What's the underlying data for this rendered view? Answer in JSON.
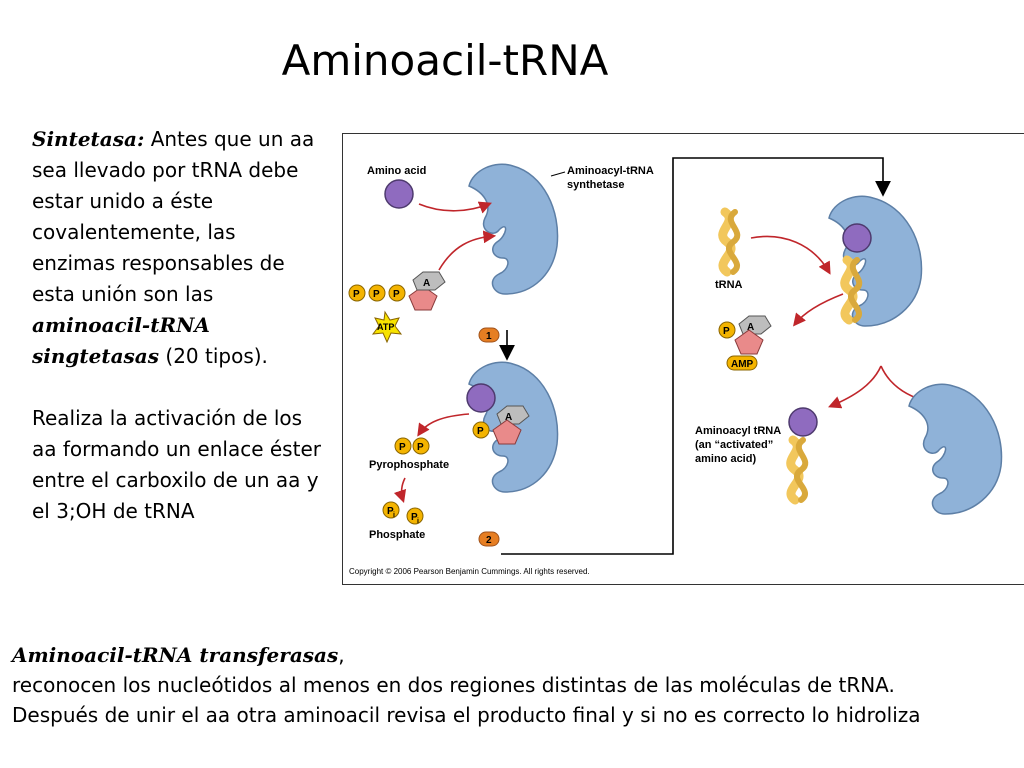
{
  "title": "Aminoacil-tRNA",
  "intro": {
    "bold_label": "Sintetasa:",
    "text_1": "Antes que un aa sea llevado por tRNA debe estar unido a éste covalentemente, las enzimas responsables de esta unión son las",
    "bold_term": "aminoacil-tRNA singtetasas",
    "text_2": "(20 tipos).",
    "para_2": "Realiza la activación de los aa formando un enlace éster entre el carboxilo de un aa y el 3;OH de tRNA"
  },
  "figure": {
    "amino_acid": "Amino acid",
    "synthetase_line1": "Aminoacyl-tRNA",
    "synthetase_line2": "synthetase",
    "atp": "ATP",
    "p": "P",
    "a": "A",
    "pi": "P",
    "pi_sub": "i",
    "step1": "1",
    "step2": "2",
    "pyrophosphate": "Pyrophosphate",
    "phosphate": "Phosphate",
    "trna": "tRNA",
    "amp": "AMP",
    "aminoacyl_line1": "Aminoacyl tRNA",
    "aminoacyl_line2": "(an “activated”",
    "aminoacyl_line3": "amino acid)",
    "copyright": "Copyright © 2006 Pearson Benjamin Cummings. All rights reserved."
  },
  "bottom": {
    "bold_term": "Aminoacil-tRNA transferasas",
    "comma": ",",
    "line_2": "reconocen los nucleótidos al menos en dos regiones distintas de las moléculas de tRNA.",
    "line_3": "Después de unir el aa otra aminoacil revisa el producto final y si no es correcto lo hidroliza"
  },
  "colors": {
    "enzyme": "#8fb2d8",
    "enzyme_stroke": "#5d7fa6",
    "amino_acid": "#8f6bbf",
    "trna": "#f2c75c",
    "arrow": "#c0262b",
    "phosphate": "#f4b400",
    "ribose": "#e98a8a",
    "adenine": "#9c9c9c",
    "step_badge": "#e67e22"
  }
}
